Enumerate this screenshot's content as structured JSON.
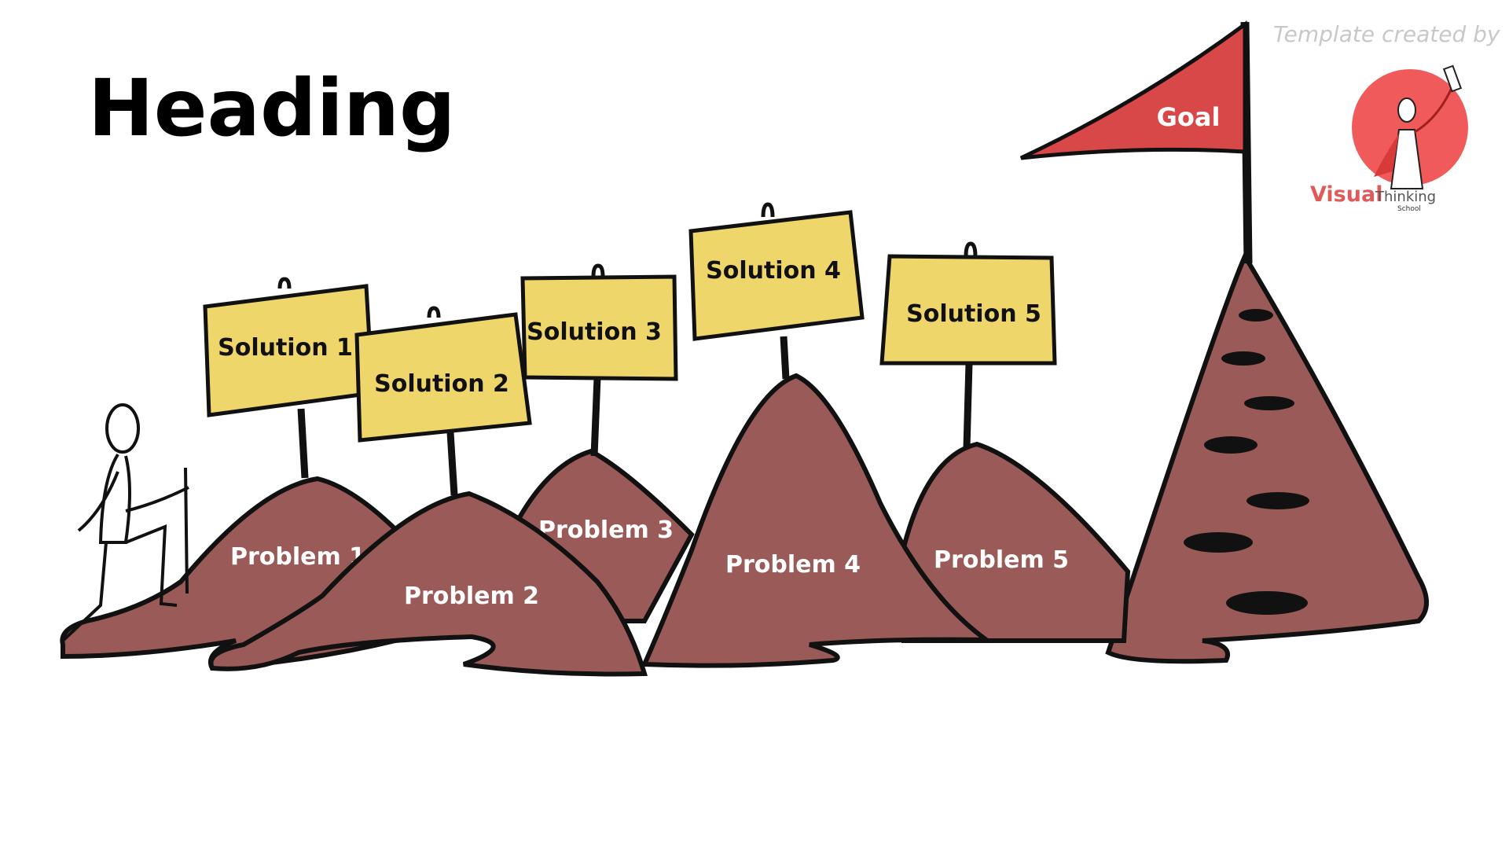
{
  "heading": "Heading",
  "goal": "Goal",
  "solutions": [
    "Solution 1",
    "Solution 2",
    "Solution 3",
    "Solution 4",
    "Solution 5"
  ],
  "problems": [
    "Problem 1",
    "Problem 2",
    "Problem 3",
    "Problem 4",
    "Problem 5"
  ],
  "credit": {
    "template_text": "Template created by",
    "logo_word1": "Visual",
    "logo_word2": "Thinking",
    "logo_word3": "School"
  },
  "colors": {
    "mountain": "#9a5a57",
    "sign": "#eed66a",
    "flag": "#d84848",
    "logo_circle": "#f05a5a",
    "outline": "#111111"
  }
}
